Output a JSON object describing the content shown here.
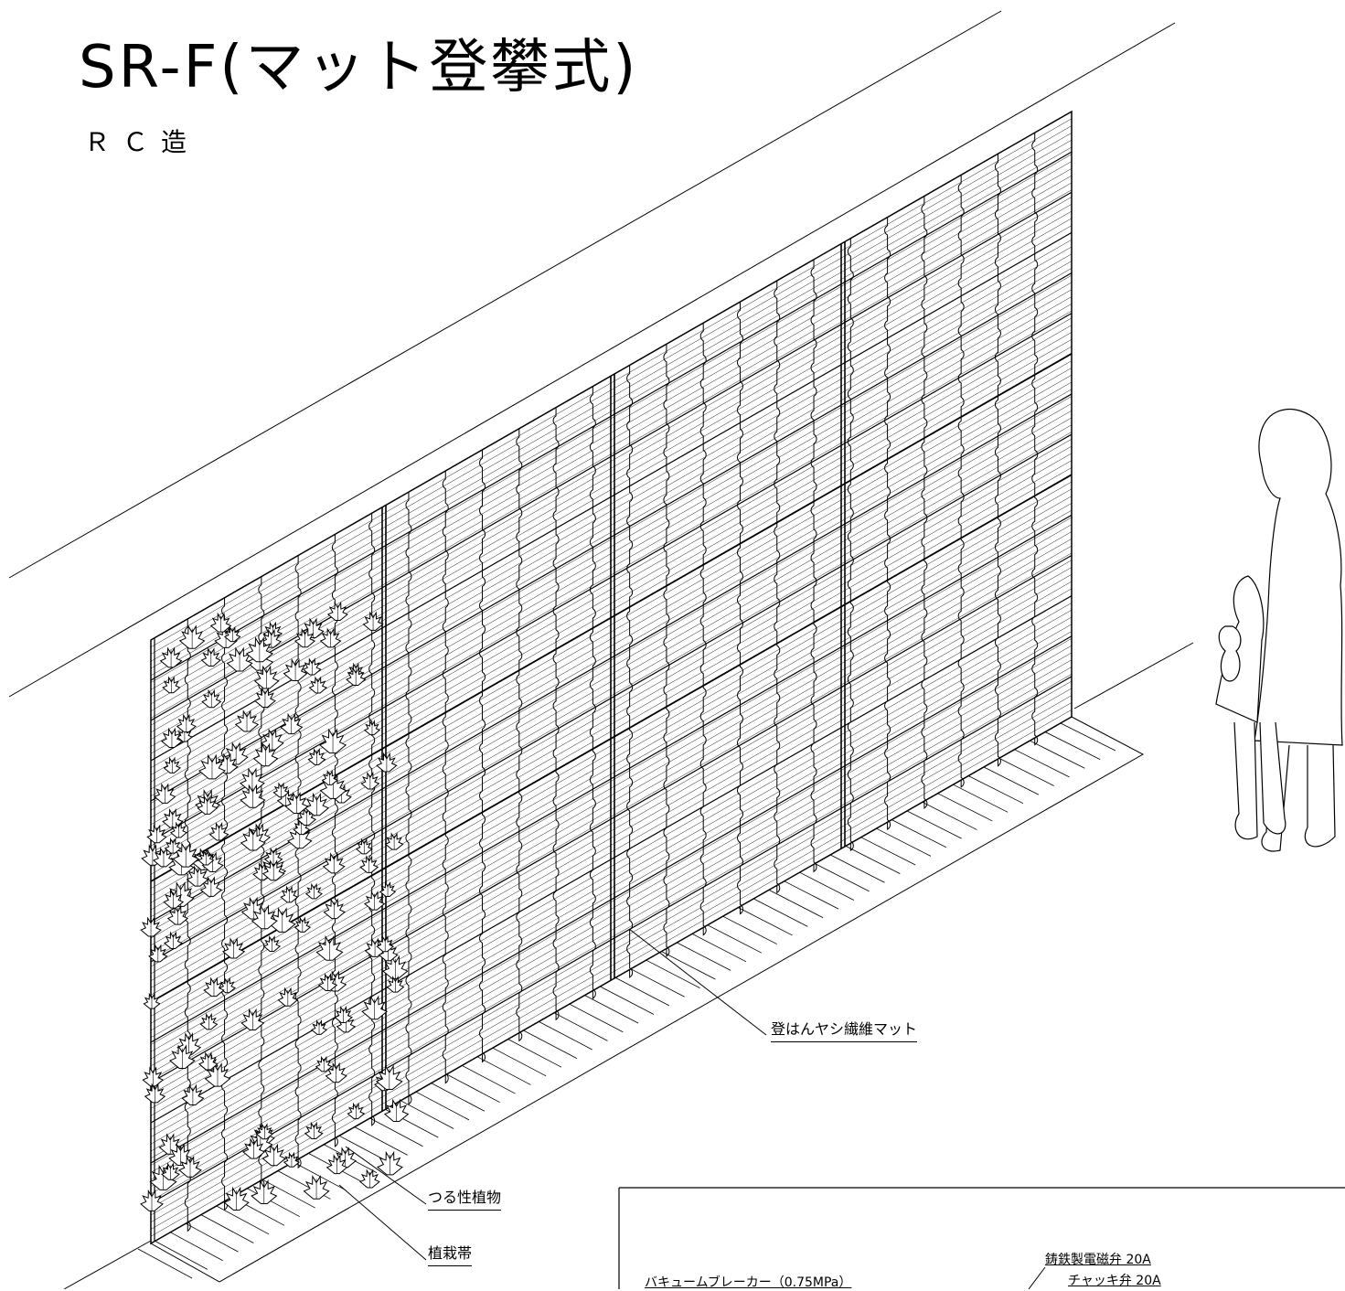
{
  "header": {
    "title": "SR-F(マット登攀式)",
    "subtitle": "ＲＣ造"
  },
  "labels": {
    "mat": "登はんヤシ繊維マット",
    "vine": "つる性植物",
    "planting": "植栽帯"
  },
  "inset": {
    "valve1": "鋳鉄製電磁弁 20A",
    "valve2": "チャッキ弁 20A",
    "breaker": "バキュームブレーカー（0.75MPa）"
  }
}
